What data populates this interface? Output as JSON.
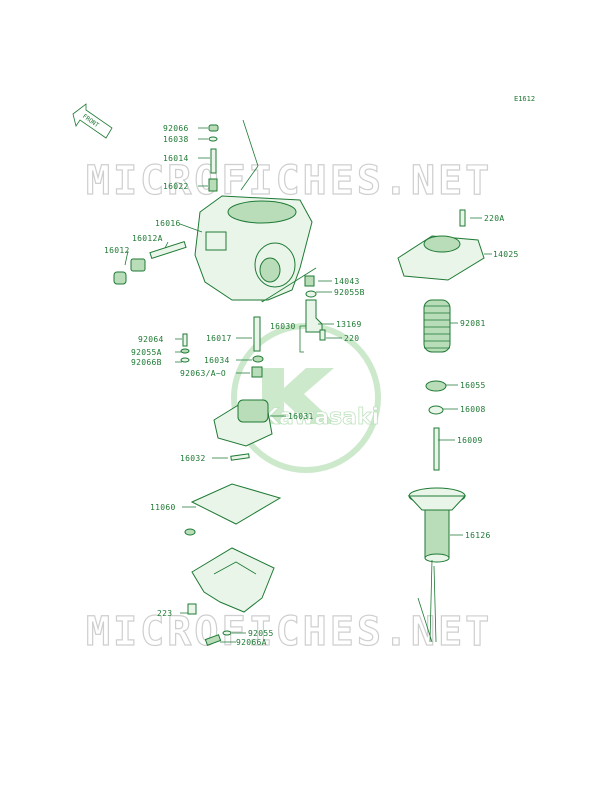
{
  "diagram": {
    "code": "E1612",
    "front_label": "FRONT",
    "watermark_top": "MICROFICHES.NET",
    "watermark_bottom": "MICROFICHES.NET",
    "logo_text": "Kawasaki",
    "parts": [
      {
        "id": "p01",
        "label": "92066"
      },
      {
        "id": "p02",
        "label": "16038"
      },
      {
        "id": "p03",
        "label": "16014"
      },
      {
        "id": "p04",
        "label": "16022"
      },
      {
        "id": "p05",
        "label": "16016"
      },
      {
        "id": "p06",
        "label": "16012A"
      },
      {
        "id": "p07",
        "label": "16012"
      },
      {
        "id": "p08",
        "label": "220A"
      },
      {
        "id": "p09",
        "label": "14025"
      },
      {
        "id": "p10",
        "label": "14043"
      },
      {
        "id": "p11",
        "label": "92055B"
      },
      {
        "id": "p12",
        "label": "16030"
      },
      {
        "id": "p13",
        "label": "13169"
      },
      {
        "id": "p14",
        "label": "220"
      },
      {
        "id": "p15",
        "label": "92081"
      },
      {
        "id": "p16",
        "label": "92064"
      },
      {
        "id": "p17",
        "label": "16017"
      },
      {
        "id": "p18",
        "label": "92055A"
      },
      {
        "id": "p19",
        "label": "92066B"
      },
      {
        "id": "p20",
        "label": "16034"
      },
      {
        "id": "p21",
        "label": "92063/A~O"
      },
      {
        "id": "p22",
        "label": "16055"
      },
      {
        "id": "p23",
        "label": "16031"
      },
      {
        "id": "p24",
        "label": "16008"
      },
      {
        "id": "p25",
        "label": "16009"
      },
      {
        "id": "p26",
        "label": "16032"
      },
      {
        "id": "p27",
        "label": "11060"
      },
      {
        "id": "p28",
        "label": "16126"
      },
      {
        "id": "p29",
        "label": "223"
      },
      {
        "id": "p30",
        "label": "92055"
      },
      {
        "id": "p31",
        "label": "92066A"
      }
    ]
  }
}
